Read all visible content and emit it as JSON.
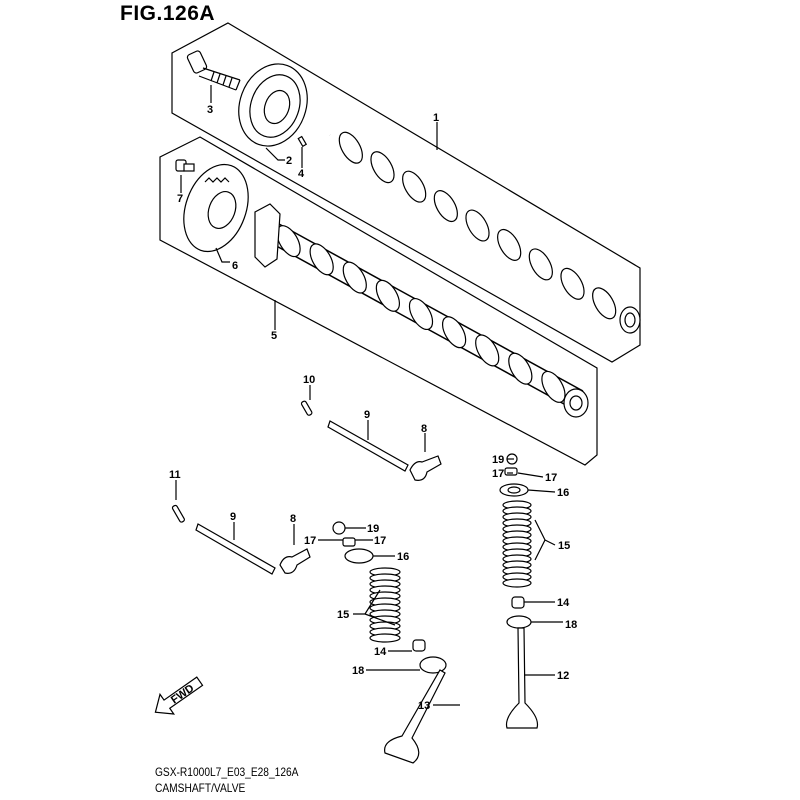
{
  "figure": {
    "title": "FIG.126A",
    "model_code": "GSX-R1000L7_E03_E28_126A",
    "section_name": "CAMSHAFT/VALVE",
    "direction_marker": "FWD"
  },
  "callouts": [
    {
      "id": "c1",
      "text": "1"
    },
    {
      "id": "c2",
      "text": "2"
    },
    {
      "id": "c3",
      "text": "3"
    },
    {
      "id": "c4",
      "text": "4"
    },
    {
      "id": "c5",
      "text": "5"
    },
    {
      "id": "c6",
      "text": "6"
    },
    {
      "id": "c7",
      "text": "7"
    },
    {
      "id": "c10",
      "text": "10"
    },
    {
      "id": "c9a",
      "text": "9"
    },
    {
      "id": "c8a",
      "text": "8"
    },
    {
      "id": "c19a",
      "text": "19"
    },
    {
      "id": "c17a",
      "text": "17"
    },
    {
      "id": "c17b",
      "text": "17"
    },
    {
      "id": "c16a",
      "text": "16"
    },
    {
      "id": "c15a",
      "text": "15"
    },
    {
      "id": "c14a",
      "text": "14"
    },
    {
      "id": "c18a",
      "text": "18"
    },
    {
      "id": "c12",
      "text": "12"
    },
    {
      "id": "c11",
      "text": "11"
    },
    {
      "id": "c9b",
      "text": "9"
    },
    {
      "id": "c8b",
      "text": "8"
    },
    {
      "id": "c19b",
      "text": "19"
    },
    {
      "id": "c17c",
      "text": "17"
    },
    {
      "id": "c17d",
      "text": "17"
    },
    {
      "id": "c16b",
      "text": "16"
    },
    {
      "id": "c15b",
      "text": "15"
    },
    {
      "id": "c14b",
      "text": "14"
    },
    {
      "id": "c18b",
      "text": "18"
    },
    {
      "id": "c13",
      "text": "13"
    }
  ]
}
